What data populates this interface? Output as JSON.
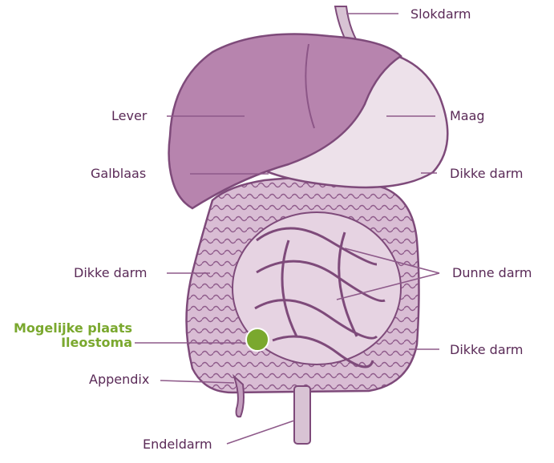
{
  "colors": {
    "accent": "#7aa82e",
    "label": "#5a2a57",
    "organ": "#b784ae",
    "organ_dark": "#7e4a7a",
    "organ_light": "#e8d6e4"
  },
  "labels": {
    "slokdarm": "Slokdarm",
    "lever": "Lever",
    "maag": "Maag",
    "galblaas": "Galblaas",
    "dikke_darm_top": "Dikke darm",
    "dikke_darm_left": "Dikke darm",
    "dunne_darm": "Dunne darm",
    "dikke_darm_right": "Dikke darm",
    "appendix": "Appendix",
    "endeldarm": "Endeldarm"
  },
  "highlight": {
    "line1": "Mogelijke plaats",
    "line2": "Ileostoma"
  }
}
